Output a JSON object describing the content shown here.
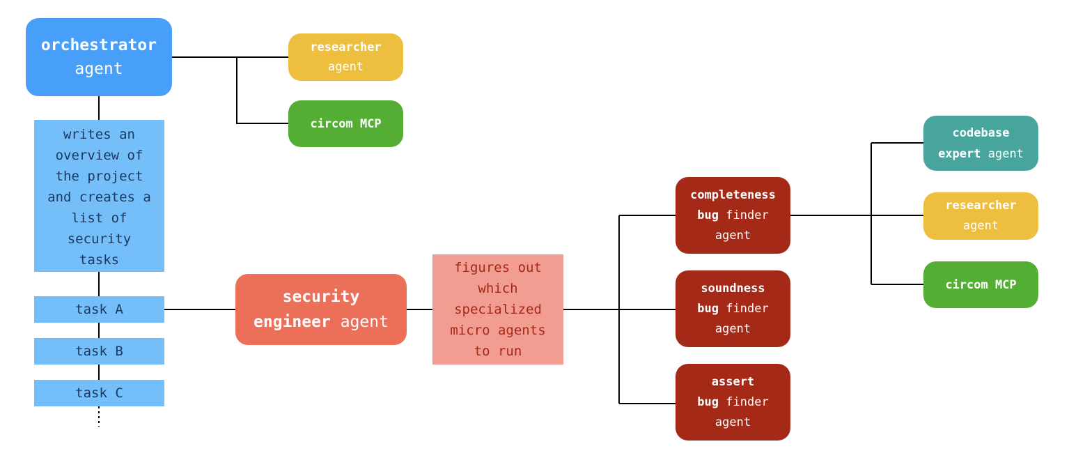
{
  "orchestrator": {
    "bold": "orchestrator",
    "rest": "agent",
    "color": "#479ffa"
  },
  "top_researcher": {
    "bold": "researcher",
    "rest": "agent",
    "color": "#eebe3f"
  },
  "top_circom_mcp": {
    "bold": "circom MCP",
    "color": "#55ae34"
  },
  "overview_note": {
    "lines": [
      "writes an",
      "overview of",
      "the project",
      "and creates a",
      "list of",
      "security",
      "tasks"
    ],
    "color": "#74bffa"
  },
  "tasks": [
    "task A",
    "task B",
    "task C"
  ],
  "security_engineer": {
    "bold1": "security",
    "bold2": "engineer",
    "rest": "agent",
    "color": "#ec6f59"
  },
  "micro_agents_note": {
    "lines": [
      "figures out",
      "which",
      "specialized",
      "micro agents",
      "to run"
    ],
    "color": "#f29d91"
  },
  "bug_finders": [
    {
      "bold1": "completeness",
      "bold2": "bug",
      "rest2": "finder",
      "line3": "agent"
    },
    {
      "bold1": "soundness",
      "bold2": "bug",
      "rest2": "finder",
      "line3": "agent"
    },
    {
      "bold1": "assert",
      "bold2": "bug",
      "rest2": "finder",
      "line3": "agent"
    }
  ],
  "bug_finder_color": "#a42917",
  "codebase_expert": {
    "bold1": "codebase",
    "bold2": "expert",
    "rest2": "agent",
    "color": "#47a59e"
  },
  "right_researcher": {
    "bold": "researcher",
    "rest": "agent",
    "color": "#eebe3f"
  },
  "right_circom_mcp": {
    "bold": "circom MCP",
    "color": "#55ae34"
  }
}
